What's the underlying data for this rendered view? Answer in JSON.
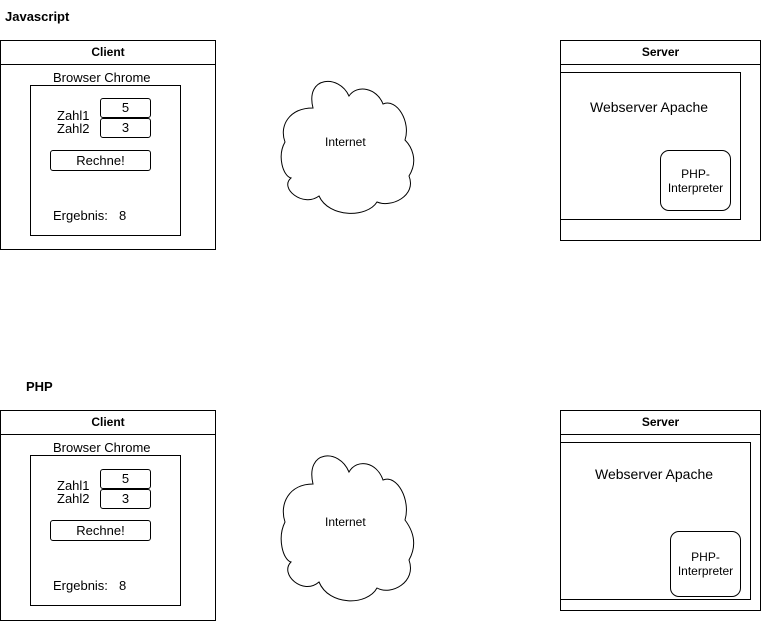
{
  "sections": [
    {
      "title": "Javascript",
      "client": {
        "header": "Client",
        "browser_label": "Browser Chrome",
        "zahl1_label": "Zahl1",
        "zahl1_value": "5",
        "zahl2_label": "Zahl2",
        "zahl2_value": "3",
        "button_label": "Rechne!",
        "result_label": "Ergebnis:",
        "result_value": "8"
      },
      "cloud_label": "Internet",
      "server": {
        "header": "Server",
        "webserver_label": "Webserver Apache",
        "interpreter_label": "PHP-Interpreter"
      }
    },
    {
      "title": "PHP",
      "client": {
        "header": "Client",
        "browser_label": "Browser Chrome",
        "zahl1_label": "Zahl1",
        "zahl1_value": "5",
        "zahl2_label": "Zahl2",
        "zahl2_value": "3",
        "button_label": "Rechne!",
        "result_label": "Ergebnis:",
        "result_value": "8"
      },
      "cloud_label": "Internet",
      "server": {
        "header": "Server",
        "webserver_label": "Webserver Apache",
        "interpreter_label": "PHP-Interpreter"
      }
    }
  ]
}
